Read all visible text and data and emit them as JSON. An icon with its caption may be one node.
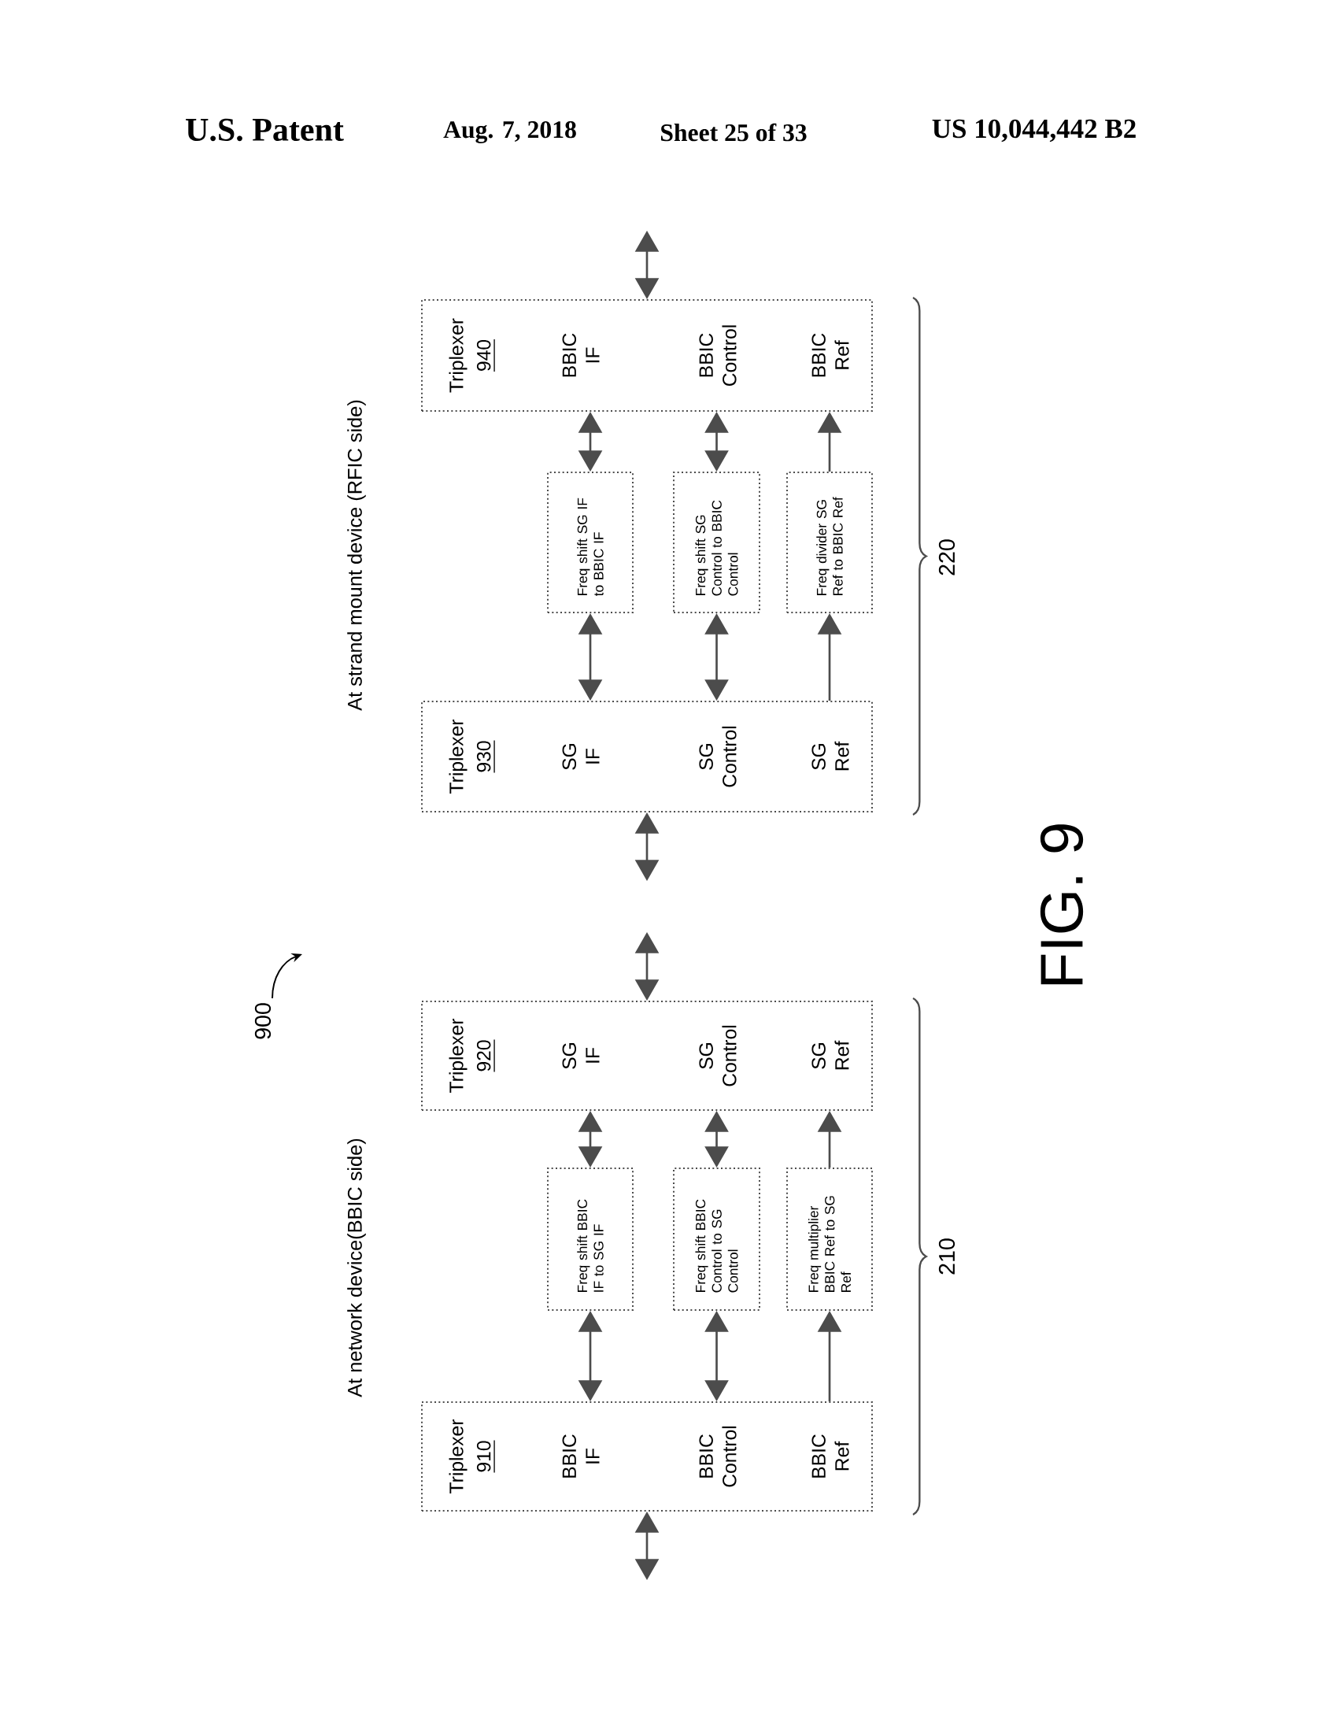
{
  "diagram": {
    "nodes": [
      {
        "text": [
          "Triplexer",
          "940",
          "BBIC IF",
          "BBIC Control",
          "BBIC Ref"
        ]
      },
      {
        "text": [
          "Freq shift SG IF to BBIC IF"
        ]
      },
      {
        "text": [
          "Freq shift SG Control to BBIC Control"
        ]
      },
      {
        "text": [
          "Freq divider SG Ref to BBIC Ref"
        ]
      },
      {
        "text": [
          "Triplexer",
          "930",
          "SG IF",
          "SG Control",
          "SG Ref"
        ]
      },
      {
        "text": [
          "Triplexer",
          "920",
          "SG IF",
          "SG Control",
          "SG Ref"
        ]
      },
      {
        "text": [
          "Freq shift BBIC IF to SG IF"
        ]
      },
      {
        "text": [
          "Freq shift BBIC Control to SG Control"
        ]
      },
      {
        "text": [
          "Freq multiplier BBIC Ref to SG Ref"
        ]
      },
      {
        "text": [
          "Triplexer",
          "910",
          "BBIC IF",
          "BBIC Control",
          "BBIC Ref"
        ]
      }
    ],
    "edges": [
      {
        "from": null,
        "to": 0,
        "arrow": "both"
      },
      {
        "from": 1,
        "to": 0,
        "arrow": "both"
      },
      {
        "from": 2,
        "to": 0,
        "arrow": "both"
      },
      {
        "from": 3,
        "to": 0,
        "arrow": "to"
      },
      {
        "from": 4,
        "to": 1,
        "arrow": "both"
      },
      {
        "from": 4,
        "to": 2,
        "arrow": "both"
      },
      {
        "from": 4,
        "to": 3,
        "arrow": "to"
      },
      {
        "from": 4,
        "to": null,
        "arrow": "both"
      },
      {
        "from": null,
        "to": 5,
        "arrow": "both"
      },
      {
        "from": 6,
        "to": 5,
        "arrow": "both"
      },
      {
        "from": 7,
        "to": 5,
        "arrow": "both"
      },
      {
        "from": 8,
        "to": 5,
        "arrow": "to"
      },
      {
        "from": 9,
        "to": 6,
        "arrow": "both"
      },
      {
        "from": 9,
        "to": 7,
        "arrow": "both"
      },
      {
        "from": 9,
        "to": 8,
        "arrow": "to"
      },
      {
        "from": 9,
        "to": null,
        "arrow": "both"
      }
    ],
    "labels": [
      "U.S. Patent",
      "Aug. 7, 2018",
      "Sheet 25 of 33",
      "US 10,044,442 B2",
      "At strand mount device (RFIC side)",
      "220",
      "900",
      "FIG. 9",
      "At network device(BBIC side)",
      "210"
    ]
  }
}
